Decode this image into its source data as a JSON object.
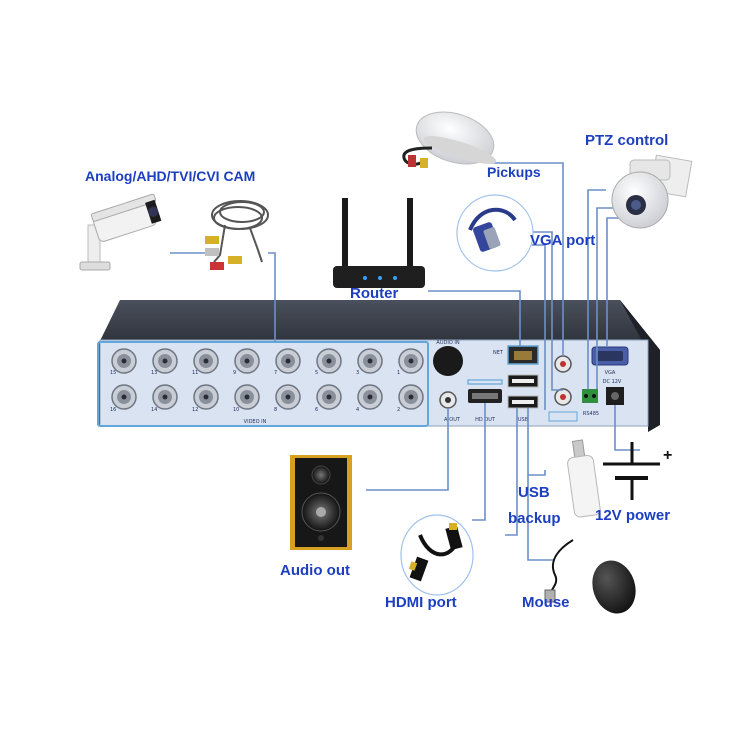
{
  "labels": {
    "cam": "Analog/AHD/TVI/CVI CAM",
    "router": "Router",
    "pickups": "Pickups",
    "ptz": "PTZ control",
    "vga": "VGA port",
    "usb_line1": "USB",
    "usb_line2": "backup",
    "power": "12V power",
    "audio": "Audio out",
    "hdmi": "HDMI port",
    "mouse": "Mouse"
  },
  "panel": {
    "video_in": "VIDEO IN",
    "net": "NET",
    "vga": "VGA",
    "dc": "DC 12V",
    "rs485": "RS485",
    "hd_out": "HD OUT",
    "a_out": "A-OUT",
    "usb": "USB",
    "audio_in": "AUDIO IN",
    "top_bnc_numbers": [
      "15",
      "13",
      "11",
      "9",
      "7",
      "5",
      "3",
      "1"
    ],
    "bottom_bnc_numbers": [
      "16",
      "14",
      "12",
      "10",
      "8",
      "6",
      "4",
      "2"
    ]
  },
  "colors": {
    "label": "#1d3fbf",
    "line": "#6b8fc9",
    "panel": "#d9e3f2",
    "chassis": "#2e3440",
    "highlight": "#62a7d9"
  }
}
